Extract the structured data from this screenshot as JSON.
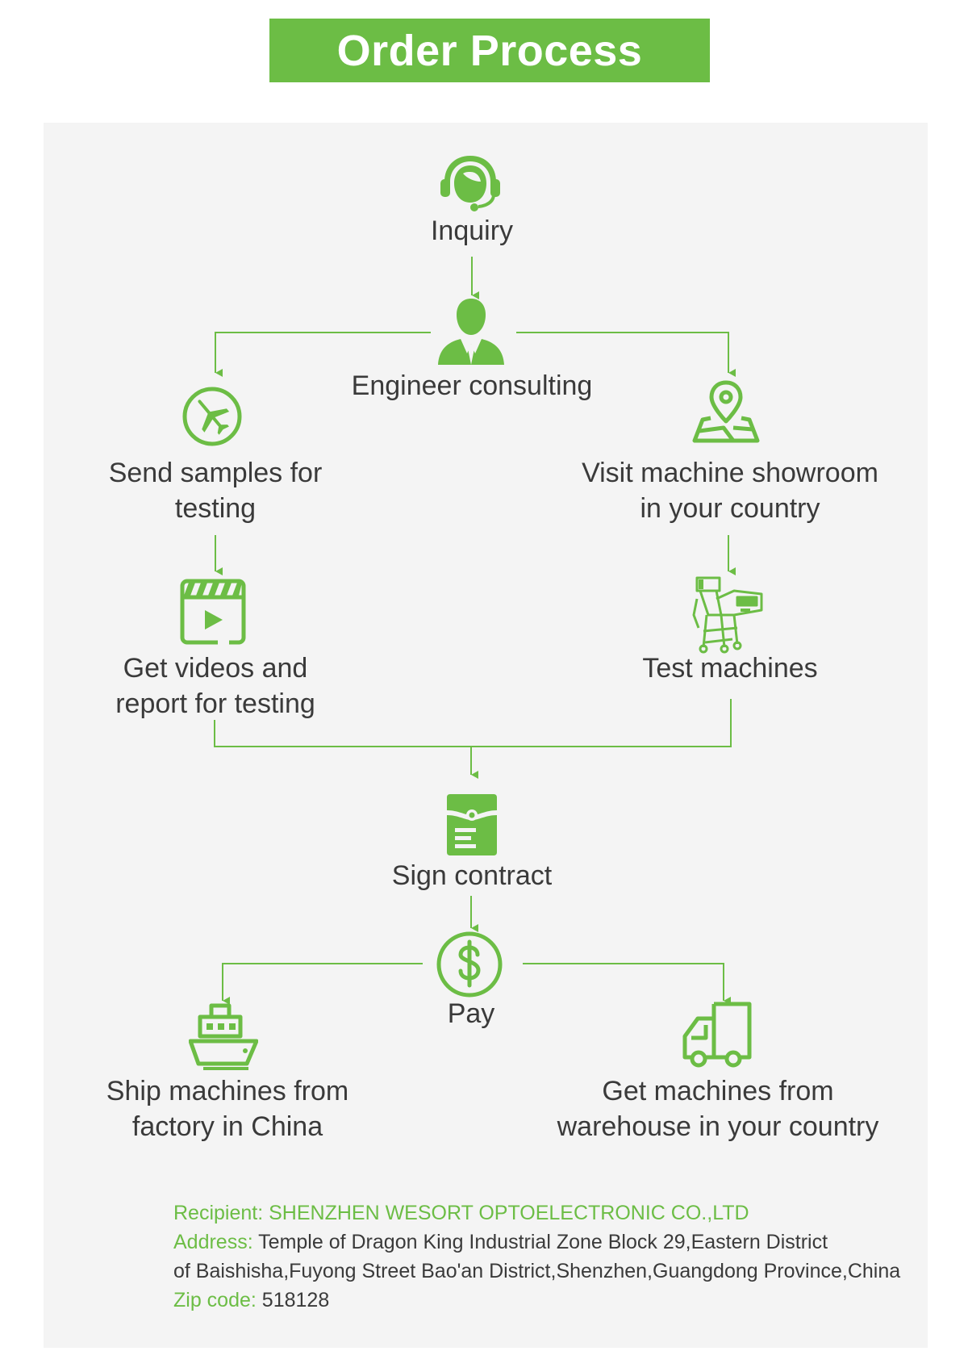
{
  "title": "Order Process",
  "steps": {
    "inquiry": "Inquiry",
    "engineer": "Engineer consulting",
    "samples": [
      "Send samples for",
      "testing"
    ],
    "showroom": [
      "Visit machine showroom",
      "in your country"
    ],
    "videos": [
      "Get videos and",
      "report  for testing"
    ],
    "test": "Test machines",
    "contract": "Sign contract",
    "pay": "Pay",
    "ship": [
      "Ship machines from",
      "factory in China"
    ],
    "warehouse": [
      "Get machines from",
      "warehouse in your country"
    ]
  },
  "info": {
    "recipient_label": "Recipient:",
    "recipient_value": "SHENZHEN WESORT OPTOELECTRONIC CO.,LTD",
    "address_label": "Address:",
    "address_line1": "Temple of Dragon King Industrial Zone Block 29,Eastern District",
    "address_line2": "of Baishisha,Fuyong Street Bao'an District,Shenzhen,Guangdong Province,China",
    "zip_label": "Zip code:",
    "zip_value": "518128"
  },
  "colors": {
    "accent": "#6cbd45",
    "panel": "#f4f4f4",
    "text": "#3a3a3a"
  },
  "icons": [
    "headset-icon",
    "engineer-icon",
    "airplane-icon",
    "map-pin-icon",
    "video-icon",
    "sorting-machine-icon",
    "contract-icon",
    "dollar-icon",
    "ship-icon",
    "truck-icon"
  ]
}
